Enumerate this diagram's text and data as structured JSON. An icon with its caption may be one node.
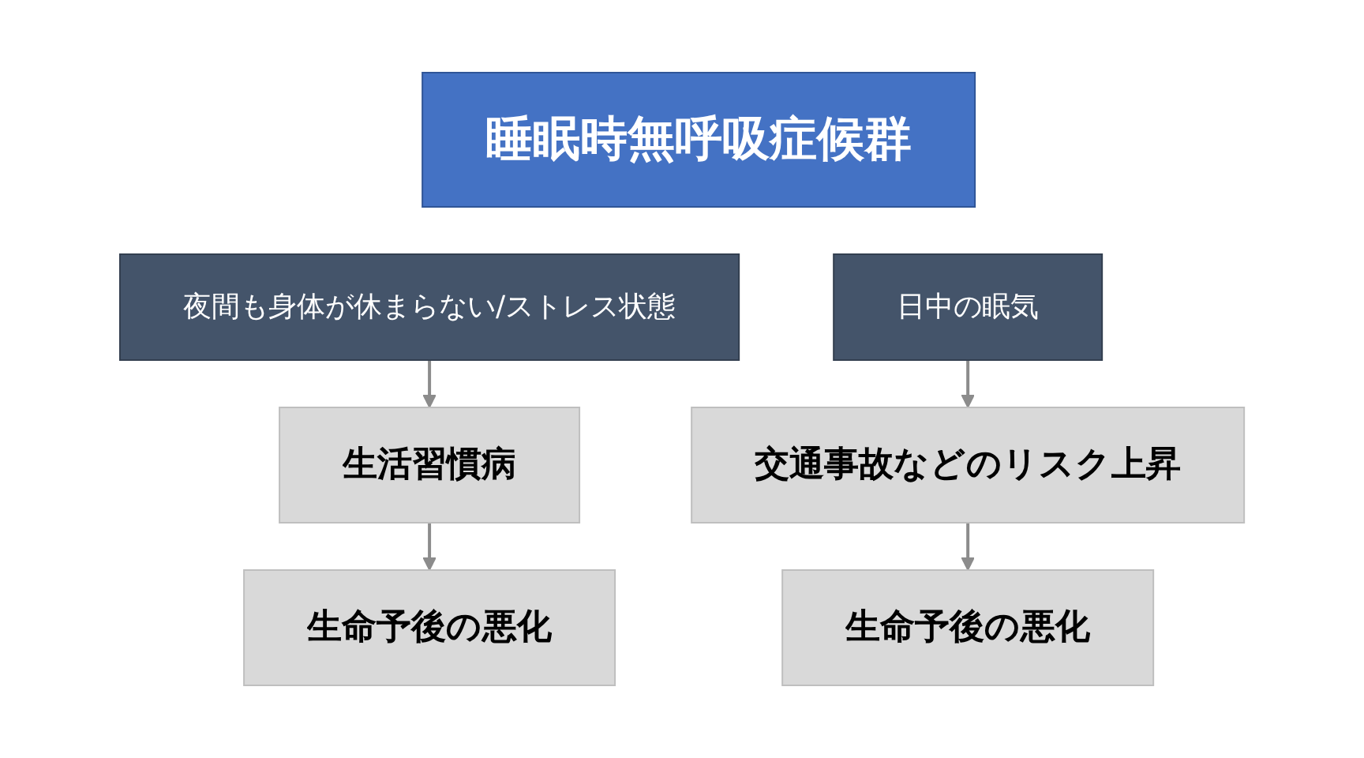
{
  "diagram": {
    "nodes": [
      {
        "text": [
          "睡眠時無呼吸症候群"
        ]
      },
      {
        "text": [
          "夜間も身体が休まらない/ストレス状態"
        ]
      },
      {
        "text": [
          "生活習慣病"
        ]
      },
      {
        "text": [
          "生命予後の悪化"
        ]
      },
      {
        "text": [
          "日中の眠気"
        ]
      },
      {
        "text": [
          "交通事故などのリスク上昇"
        ]
      },
      {
        "text": [
          "生命予後の悪化"
        ]
      }
    ],
    "edges": [
      {
        "from": 1,
        "to": 2,
        "arrow": "to"
      },
      {
        "from": 2,
        "to": 3,
        "arrow": "to"
      },
      {
        "from": 4,
        "to": 5,
        "arrow": "to"
      },
      {
        "from": 5,
        "to": 6,
        "arrow": "to"
      }
    ]
  }
}
